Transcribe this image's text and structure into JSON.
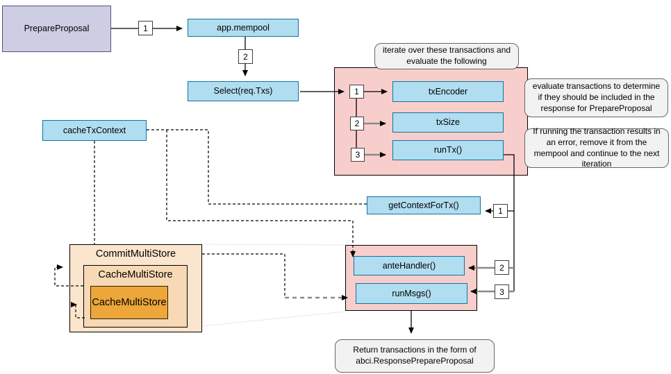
{
  "diagram": {
    "nodes": {
      "prepare_proposal": "PrepareProposal",
      "app_mempool": "app.mempool",
      "select_txs": "Select(req.Txs)",
      "tx_encoder": "txEncoder",
      "tx_size": "txSize",
      "run_tx": "runTx()",
      "cache_tx_context": "cacheTxContext",
      "get_context_for_tx": "getContextForTx()",
      "ante_handler": "anteHandler()",
      "run_msgs": "runMsgs()",
      "commit_multi_store": "CommitMultiStore",
      "cache_multi_store": "CacheMultiStore",
      "cache_multi_store_inner": "CacheMultiStore"
    },
    "badges": {
      "step1": "1",
      "step2": "2",
      "iter1": "1",
      "iter2": "2",
      "iter3": "3",
      "ctx1": "1",
      "ctx2": "2",
      "ctx3": "3"
    },
    "callouts": {
      "iterate": "iterate over these transactions and evaluate the following",
      "evaluate": "evaluate transactions to determine if they should be included in the response for PrepareProposal",
      "on_error": "If running the transaction results in an error, remove it from the mempool and continue to the next iteration",
      "return": "Return transactions in the form of abci.ResponsePrepareProposal"
    },
    "colors": {
      "node_fill": "#B1DDF0",
      "node_stroke": "#10739E",
      "proposal_fill": "#CDCDE4",
      "proposal_stroke": "#56517E",
      "group_fill": "#F8CECC",
      "store_outer_fill": "#FBE5CD",
      "store_mid_fill": "#F8D9B5",
      "store_inner_fill": "#EDA63A",
      "callout_fill": "#F2F2F2",
      "callout_stroke": "#666666",
      "connector": "#000000",
      "connector_gray": "#8a8a8a"
    }
  }
}
